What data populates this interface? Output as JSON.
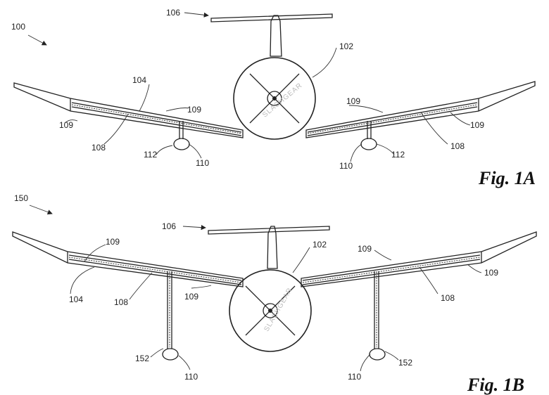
{
  "figures": [
    {
      "id": "fig1a",
      "label": "Fig. 1A",
      "refs": {
        "r100": "100",
        "r106": "106",
        "r102": "102",
        "r104": "104",
        "r109a": "109",
        "r109b": "109",
        "r109c": "109",
        "r109d": "109",
        "r108a": "108",
        "r108b": "108",
        "r112a": "112",
        "r112b": "112",
        "r110a": "110",
        "r110b": "110"
      }
    },
    {
      "id": "fig1b",
      "label": "Fig. 1B",
      "refs": {
        "r150": "150",
        "r106": "106",
        "r102": "102",
        "r104": "104",
        "r109a": "109",
        "r109b": "109",
        "r109c": "109",
        "r109d": "109",
        "r108a": "108",
        "r108b": "108",
        "r152a": "152",
        "r152b": "152",
        "r110a": "110",
        "r110b": "110"
      }
    }
  ],
  "watermark": "SLASHGEAR",
  "icons": {
    "arrow": "pointer-arrow-icon"
  }
}
